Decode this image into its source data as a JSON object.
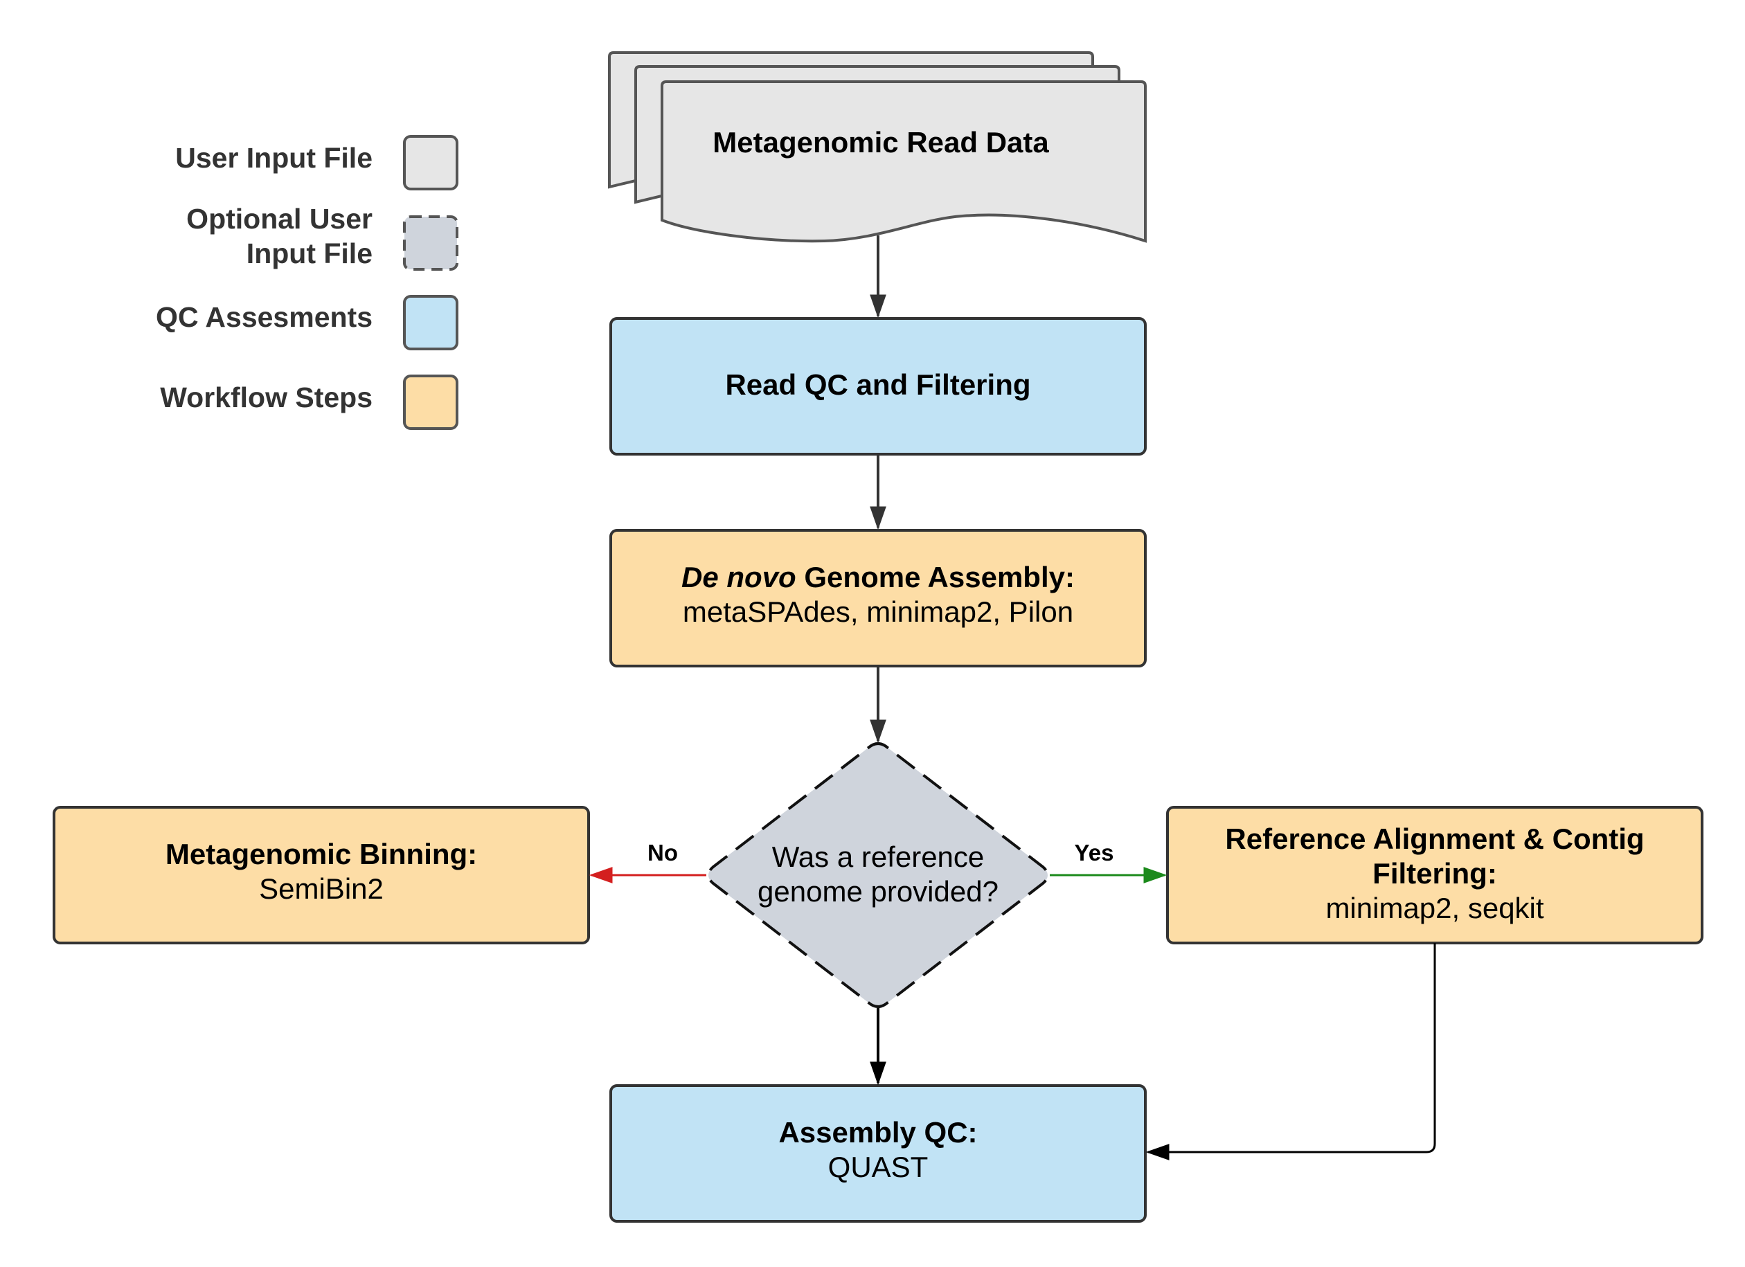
{
  "legend": {
    "user_input_file": "User Input File",
    "optional_user_input_file_line1": "Optional User",
    "optional_user_input_file_line2": "Input File",
    "qc_assessments": "QC Assesments",
    "workflow_steps": "Workflow Steps"
  },
  "nodes": {
    "read_data": {
      "title": "Metagenomic Read Data"
    },
    "read_qc": {
      "title": "Read QC and Filtering"
    },
    "assembly": {
      "title_italic": "De novo",
      "title_rest": " Genome Assembly:",
      "tools": "metaSPAdes, minimap2, Pilon"
    },
    "decision": {
      "line1": "Was a reference",
      "line2": "genome provided?"
    },
    "binning": {
      "title": "Metagenomic Binning:",
      "tools": "SemiBin2"
    },
    "reference_alignment": {
      "title_line1": "Reference Alignment & Contig",
      "title_line2": "Filtering:",
      "tools": "minimap2, seqkit"
    },
    "assembly_qc": {
      "title": "Assembly QC:",
      "tools": "QUAST"
    }
  },
  "edges": {
    "no_label": "No",
    "yes_label": "Yes"
  },
  "colors": {
    "user_input": "#e6e6e6",
    "optional_input": "#cfd4dc",
    "qc": "#c1e3f5",
    "workflow": "#fddda6",
    "border": "#333333",
    "no_arrow": "#d41f1f",
    "yes_arrow": "#1b8a1b",
    "arrow": "#333333"
  }
}
